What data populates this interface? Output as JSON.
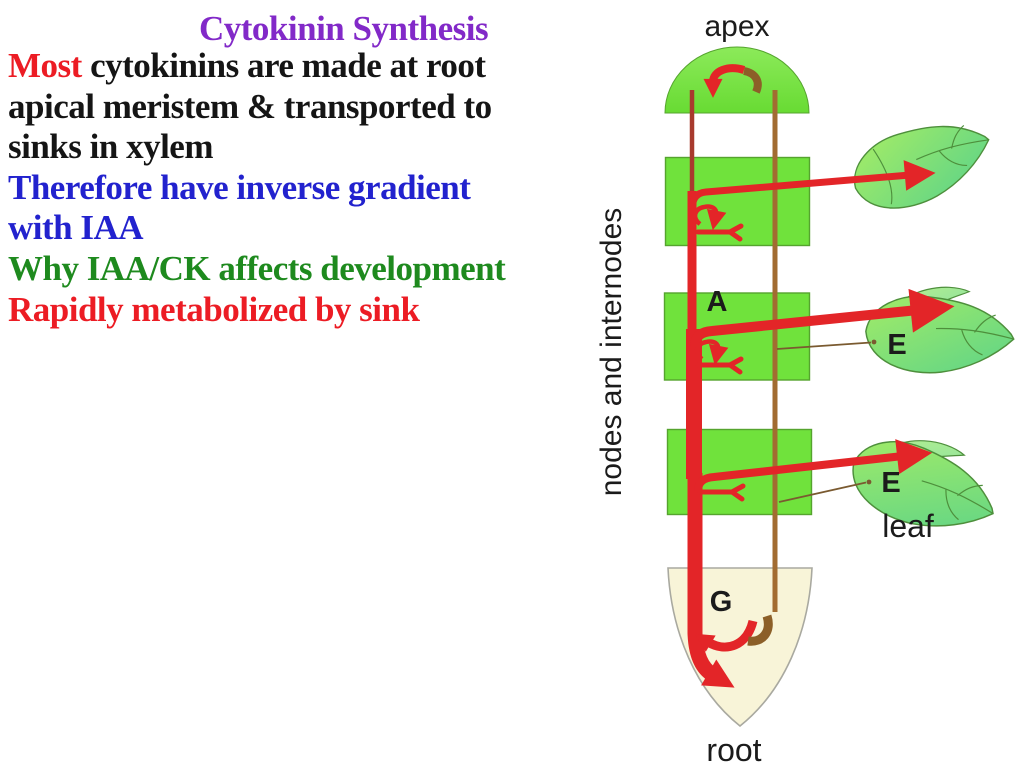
{
  "slide": {
    "background": "#FFFFFF",
    "title": {
      "text": "Cytokinin Synthesis",
      "color": "#8229C8"
    },
    "text_colors": {
      "red": "#EC1C24",
      "black": "#151515",
      "blue": "#2222CE",
      "green": "#1E8A1E"
    },
    "body_lines": [
      {
        "segments": [
          {
            "text": "Most ",
            "color": "red"
          },
          {
            "text": "cytokinins are made at root",
            "color": "black"
          }
        ]
      },
      {
        "segments": [
          {
            "text": "apical meristem & transported to",
            "color": "black"
          }
        ]
      },
      {
        "segments": [
          {
            "text": "sinks in xylem",
            "color": "black"
          }
        ]
      },
      {
        "segments": [
          {
            "text": "Therefore have inverse gradient",
            "color": "blue"
          }
        ]
      },
      {
        "segments": [
          {
            "text": "with IAA",
            "color": "blue"
          }
        ]
      },
      {
        "segments": [
          {
            "text": "Why IAA/CK affects development",
            "color": "green"
          }
        ]
      },
      {
        "segments": [
          {
            "text": "Rapidly metabolized by sink",
            "color": "red"
          }
        ]
      }
    ]
  },
  "diagram": {
    "labels": {
      "apex": "apex",
      "axis": "nodes and internodes",
      "node_a": "A",
      "leaf_mid_e": "E",
      "leaf_low_e": "E",
      "leaf": "leaf",
      "root_g": "G",
      "root": "root"
    },
    "colors": {
      "dome_light": "#8CEA5A",
      "dome_dark": "#68DB33",
      "node_green": "#70E23C",
      "node_border": "#55A42E",
      "leaf_light": "#A4EC66",
      "leaf_dark": "#5CD389",
      "lobe_light": "#B9F08E",
      "lobe_dark": "#83DFA2",
      "leaf_border": "#4E8F3C",
      "stream_red": "#E32528",
      "stream_dark": "#A83A2E",
      "xylem_brown": "#A26C31",
      "hook_brown": "#8C5F28",
      "connector": "#7A5A30",
      "root_fill": "#F8F4D8",
      "root_border": "#A9A9A0",
      "label": "#1B1B1B"
    }
  }
}
